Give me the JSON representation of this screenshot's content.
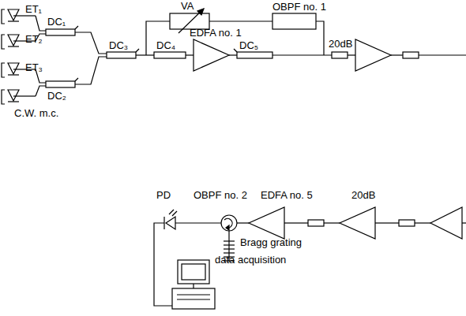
{
  "diagram": {
    "labels": [
      "ET₁",
      "DC₁",
      "ET₂",
      "ET₃",
      "DC₃",
      "DC₂",
      "C.W. m.c.",
      "VA",
      "OBPF no. 1",
      "EDFA no. 1",
      "DC₄",
      "DC₅",
      "20dB",
      "PD",
      "OBPF no. 2",
      "EDFA no. 5",
      "20dB",
      "Bragg grating",
      "data acquisition"
    ]
  }
}
